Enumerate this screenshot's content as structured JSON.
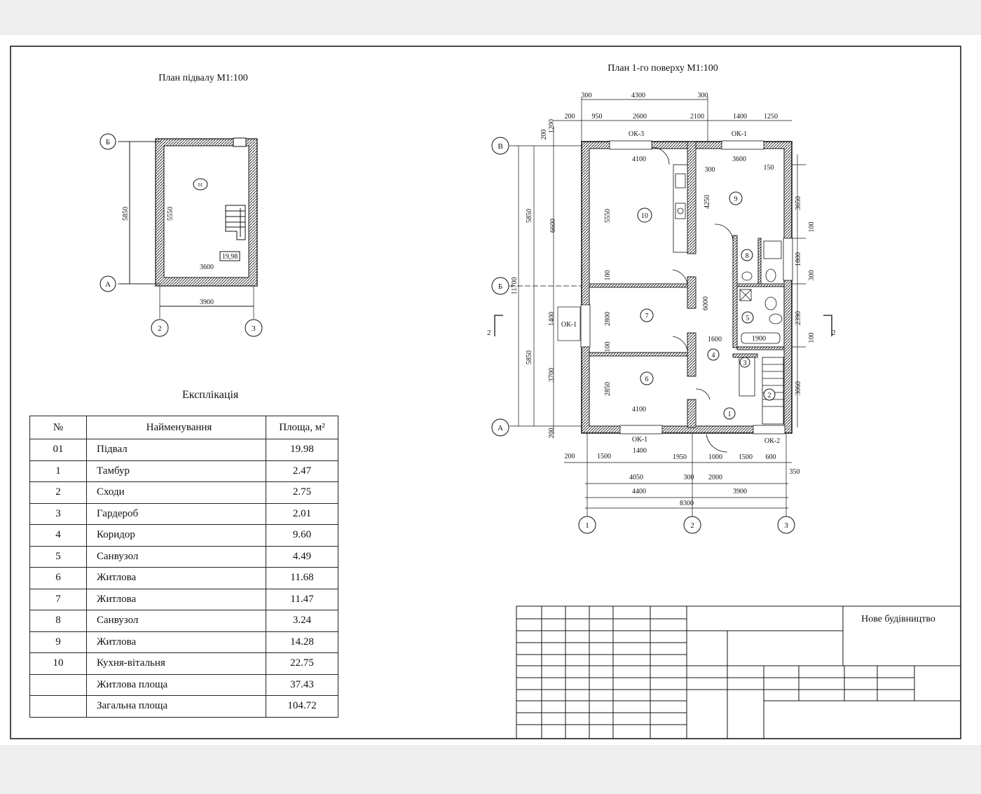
{
  "basement": {
    "title": "План підвалу М1:100",
    "axes": [
      "Б",
      "А",
      "2",
      "3"
    ],
    "room_no": "01",
    "area": "19,98",
    "dims": {
      "height_outer": "5850",
      "height_inner": "5550",
      "width_inner": "3600",
      "width_outer": "3900"
    }
  },
  "first_floor": {
    "title": "План 1-го поверху М1:100",
    "axes_rows": [
      "В",
      "Б",
      "А"
    ],
    "axes_cols": [
      "1",
      "2",
      "3"
    ],
    "section_marks": [
      "2",
      "2"
    ],
    "windows": [
      "ОК-3",
      "ОК-1",
      "ОК-1",
      "ОК-1",
      "ОК-2"
    ],
    "top_dims_1": [
      "300",
      "4300",
      "300"
    ],
    "top_dims_2": [
      "200",
      "950",
      "2600",
      "2100",
      "1400",
      "1250"
    ],
    "left_dims": [
      "200",
      "1200",
      "5850",
      "6600",
      "11700",
      "5850",
      "1400",
      "3700",
      "200"
    ],
    "inner_dims": [
      "4100",
      "3600",
      "300",
      "150",
      "5550",
      "4250",
      "3650",
      "100",
      "100",
      "2800",
      "100",
      "2850",
      "4100",
      "6000",
      "1600",
      "1900",
      "1800",
      "300",
      "2390",
      "100",
      "3060"
    ],
    "bottom_dims_1": [
      "200",
      "1500",
      "1400",
      "1950",
      "1000",
      "1500",
      "600"
    ],
    "bottom_dims_2": [
      "4050",
      "300",
      "2000",
      "350"
    ],
    "bottom_dims_3": [
      "4400",
      "3900"
    ],
    "bottom_dims_4": [
      "8300"
    ],
    "rooms": [
      "1",
      "2",
      "3",
      "4",
      "5",
      "6",
      "7",
      "8",
      "9",
      "10"
    ]
  },
  "explication": {
    "title": "Експлікація",
    "headers": [
      "№",
      "Найменування",
      "Площа, м²"
    ],
    "rows": [
      [
        "01",
        "Підвал",
        "19.98"
      ],
      [
        "1",
        "Тамбур",
        "2.47"
      ],
      [
        "2",
        "Сходи",
        "2.75"
      ],
      [
        "3",
        "Гардероб",
        "2.01"
      ],
      [
        "4",
        "Коридор",
        "9.60"
      ],
      [
        "5",
        "Санвузол",
        "4.49"
      ],
      [
        "6",
        "Житлова",
        "11.68"
      ],
      [
        "7",
        "Житлова",
        "11.47"
      ],
      [
        "8",
        "Санвузол",
        "3.24"
      ],
      [
        "9",
        "Житлова",
        "14.28"
      ],
      [
        "10",
        "Кухня-вітальня",
        "22.75"
      ],
      [
        "",
        "Житлова площа",
        "37.43"
      ],
      [
        "",
        "Загальна площа",
        "104.72"
      ]
    ]
  },
  "stamp": {
    "project": "Нове будівництво"
  }
}
